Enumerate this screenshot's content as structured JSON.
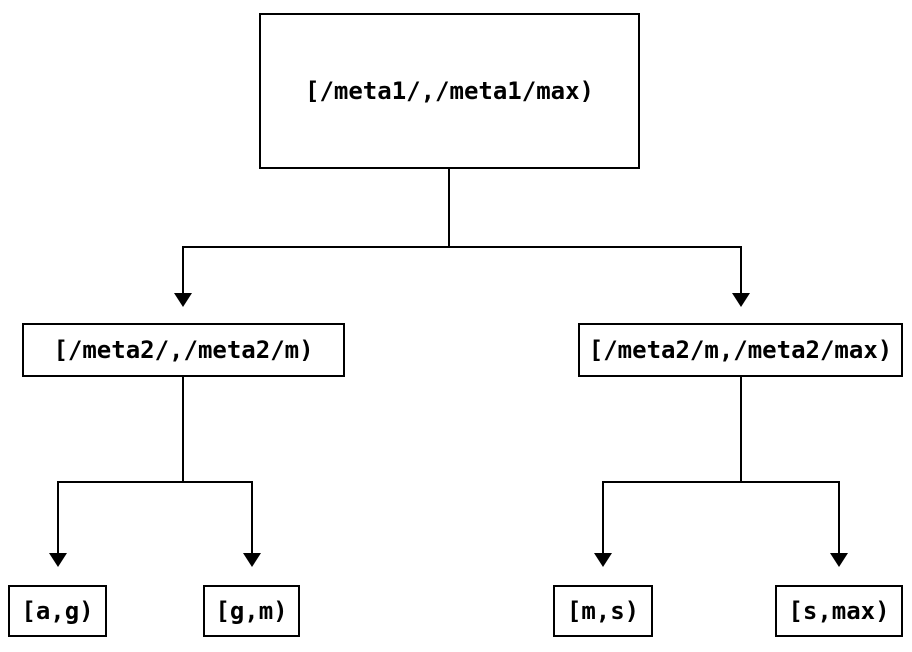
{
  "diagram": {
    "type": "tree",
    "root": {
      "label": "[/meta1/,/meta1/max)"
    },
    "children": [
      {
        "label": "[/meta2/,/meta2/m)",
        "children": [
          {
            "label": "[a,g)"
          },
          {
            "label": "[g,m)"
          }
        ]
      },
      {
        "label": "[/meta2/m,/meta2/max)",
        "children": [
          {
            "label": "[m,s)"
          },
          {
            "label": "[s,max)"
          }
        ]
      }
    ],
    "colors": {
      "line": "#000000",
      "background": "#ffffff",
      "text": "#000000"
    }
  }
}
